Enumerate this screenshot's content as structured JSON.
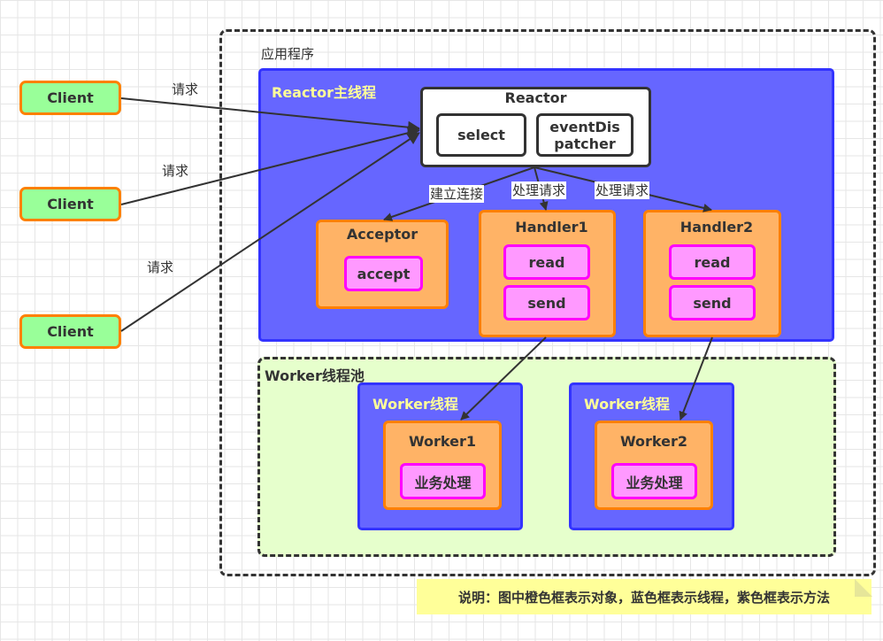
{
  "diagram": {
    "app_container_label": "应用程序",
    "reactor_thread": {
      "label": "Reactor主线程",
      "reactor": {
        "title": "Reactor",
        "select": "select",
        "dispatcher_line1": "eventDis",
        "dispatcher_line2": "patcher"
      },
      "acceptor": {
        "title": "Acceptor",
        "method": "accept"
      },
      "handlers": [
        {
          "title": "Handler1",
          "methods": [
            "read",
            "send"
          ]
        },
        {
          "title": "Handler2",
          "methods": [
            "read",
            "send"
          ]
        }
      ]
    },
    "worker_pool": {
      "label": "Worker线程池",
      "workers": [
        {
          "thread_label": "Worker线程",
          "title": "Worker1",
          "method": "业务处理"
        },
        {
          "thread_label": "Worker线程",
          "title": "Worker2",
          "method": "业务处理"
        }
      ]
    },
    "clients": [
      {
        "label": "Client",
        "edge_label": "请求"
      },
      {
        "label": "Client",
        "edge_label": "请求"
      },
      {
        "label": "Client",
        "edge_label": "请求"
      }
    ],
    "edges": {
      "establish_connection": "建立连接",
      "handle_request_1": "处理请求",
      "handle_request_2": "处理请求"
    },
    "note": "说明：图中橙色框表示对象，蓝色框表示线程，紫色框表示方法",
    "colors": {
      "object_orange": "#ffb366",
      "thread_blue": "#6666ff",
      "method_purple": "#ff99ff",
      "client_green": "#99ff99",
      "pool_green": "#e6ffcc",
      "note_yellow": "#ffff99"
    }
  }
}
